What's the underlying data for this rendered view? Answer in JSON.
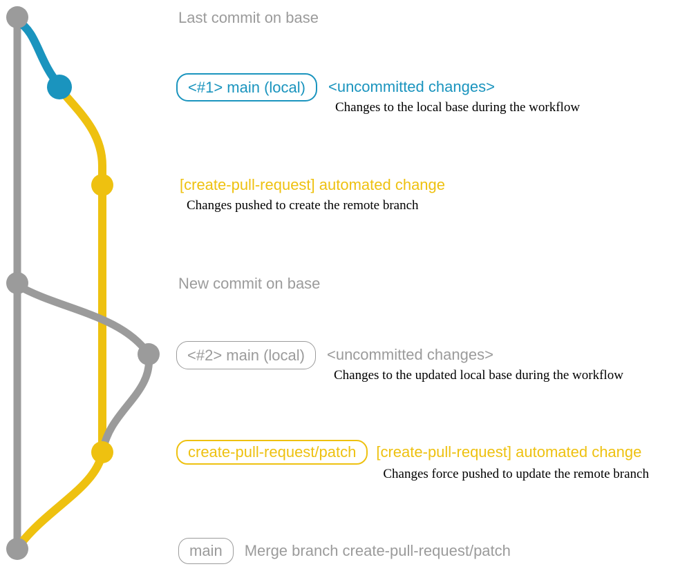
{
  "colors": {
    "base": "#9b9b9b",
    "blue": "#1a94be",
    "yellow": "#eec110",
    "ink": "#000000"
  },
  "diagram": {
    "headings": {
      "last_commit": "Last commit on base",
      "new_commit": "New commit on base"
    },
    "rows": {
      "main_local_1": {
        "branch_label": "<#1> main (local)",
        "title": "<uncommitted changes>",
        "description": "Changes to the local base during the workflow"
      },
      "automated_change_1": {
        "title": "[create-pull-request] automated change",
        "description": "Changes pushed to create the remote branch"
      },
      "main_local_2": {
        "branch_label": "<#2> main (local)",
        "title": "<uncommitted changes>",
        "description": "Changes to the updated local base during the workflow"
      },
      "patch_branch": {
        "branch_label": "create-pull-request/patch",
        "title": "[create-pull-request] automated change",
        "description": "Changes force pushed to update the remote branch"
      },
      "merge": {
        "branch_label": "main",
        "title": "Merge branch create-pull-request/patch"
      }
    }
  }
}
